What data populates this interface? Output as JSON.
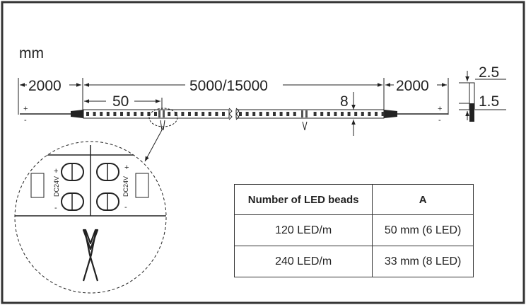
{
  "unit_label": "mm",
  "dimensions": {
    "left_lead": "2000",
    "right_lead": "2000",
    "strip_length": "5000/15000",
    "cut_interval": "50",
    "width": "8",
    "thickness_total": "2.5",
    "thickness_pcb": "1.5"
  },
  "marks": {
    "plus": "+",
    "minus": "-",
    "voltage": "DC24V"
  },
  "table": {
    "headers": [
      "Number of LED beads",
      "A"
    ],
    "rows": [
      [
        "120 LED/m",
        "50 mm (6 LED)"
      ],
      [
        "240 LED/m",
        "33 mm (8 LED)"
      ]
    ]
  }
}
